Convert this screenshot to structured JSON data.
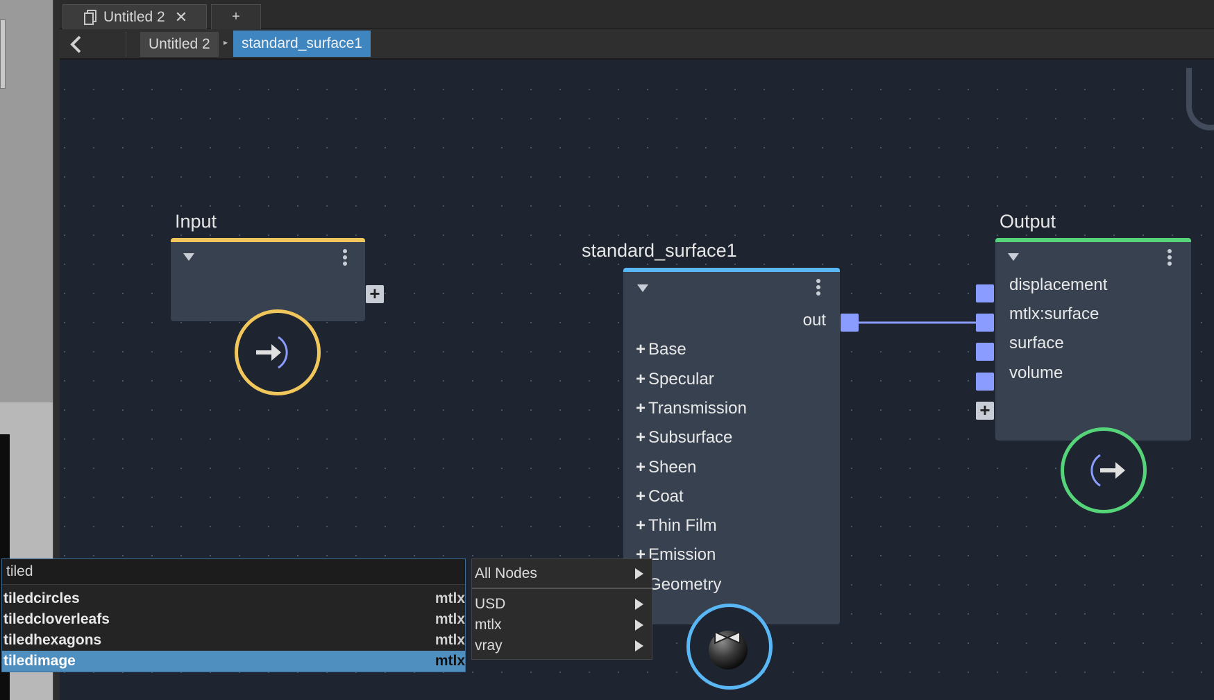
{
  "tabs": {
    "active_label": "Untitled 2",
    "add_label": "+"
  },
  "breadcrumb": {
    "back_label": "<",
    "items": [
      "Untitled 2",
      "standard_surface1"
    ]
  },
  "nodes": {
    "input": {
      "title": "Input",
      "accent": "#f1c75b"
    },
    "surface": {
      "title": "standard_surface1",
      "accent": "#59b7f5",
      "output_port": "out",
      "groups": [
        "Base",
        "Specular",
        "Transmission",
        "Subsurface",
        "Sheen",
        "Coat",
        "Thin Film",
        "Emission",
        "Geometry"
      ]
    },
    "output": {
      "title": "Output",
      "accent": "#56d47a",
      "ports": [
        "displacement",
        "mtlx:surface",
        "surface",
        "volume"
      ]
    }
  },
  "node_search": {
    "query": "tiled",
    "results": [
      {
        "name": "tiledcircles",
        "tag": "mtlx"
      },
      {
        "name": "tiledcloverleafs",
        "tag": "mtlx"
      },
      {
        "name": "tiledhexagons",
        "tag": "mtlx"
      },
      {
        "name": "tiledimage",
        "tag": "mtlx",
        "selected": true
      }
    ]
  },
  "categories": [
    "All Nodes",
    "USD",
    "mtlx",
    "vray"
  ],
  "colors": {
    "port": "#8a9cff",
    "selection": "#4f8fc0",
    "canvas": "#1e2530"
  }
}
